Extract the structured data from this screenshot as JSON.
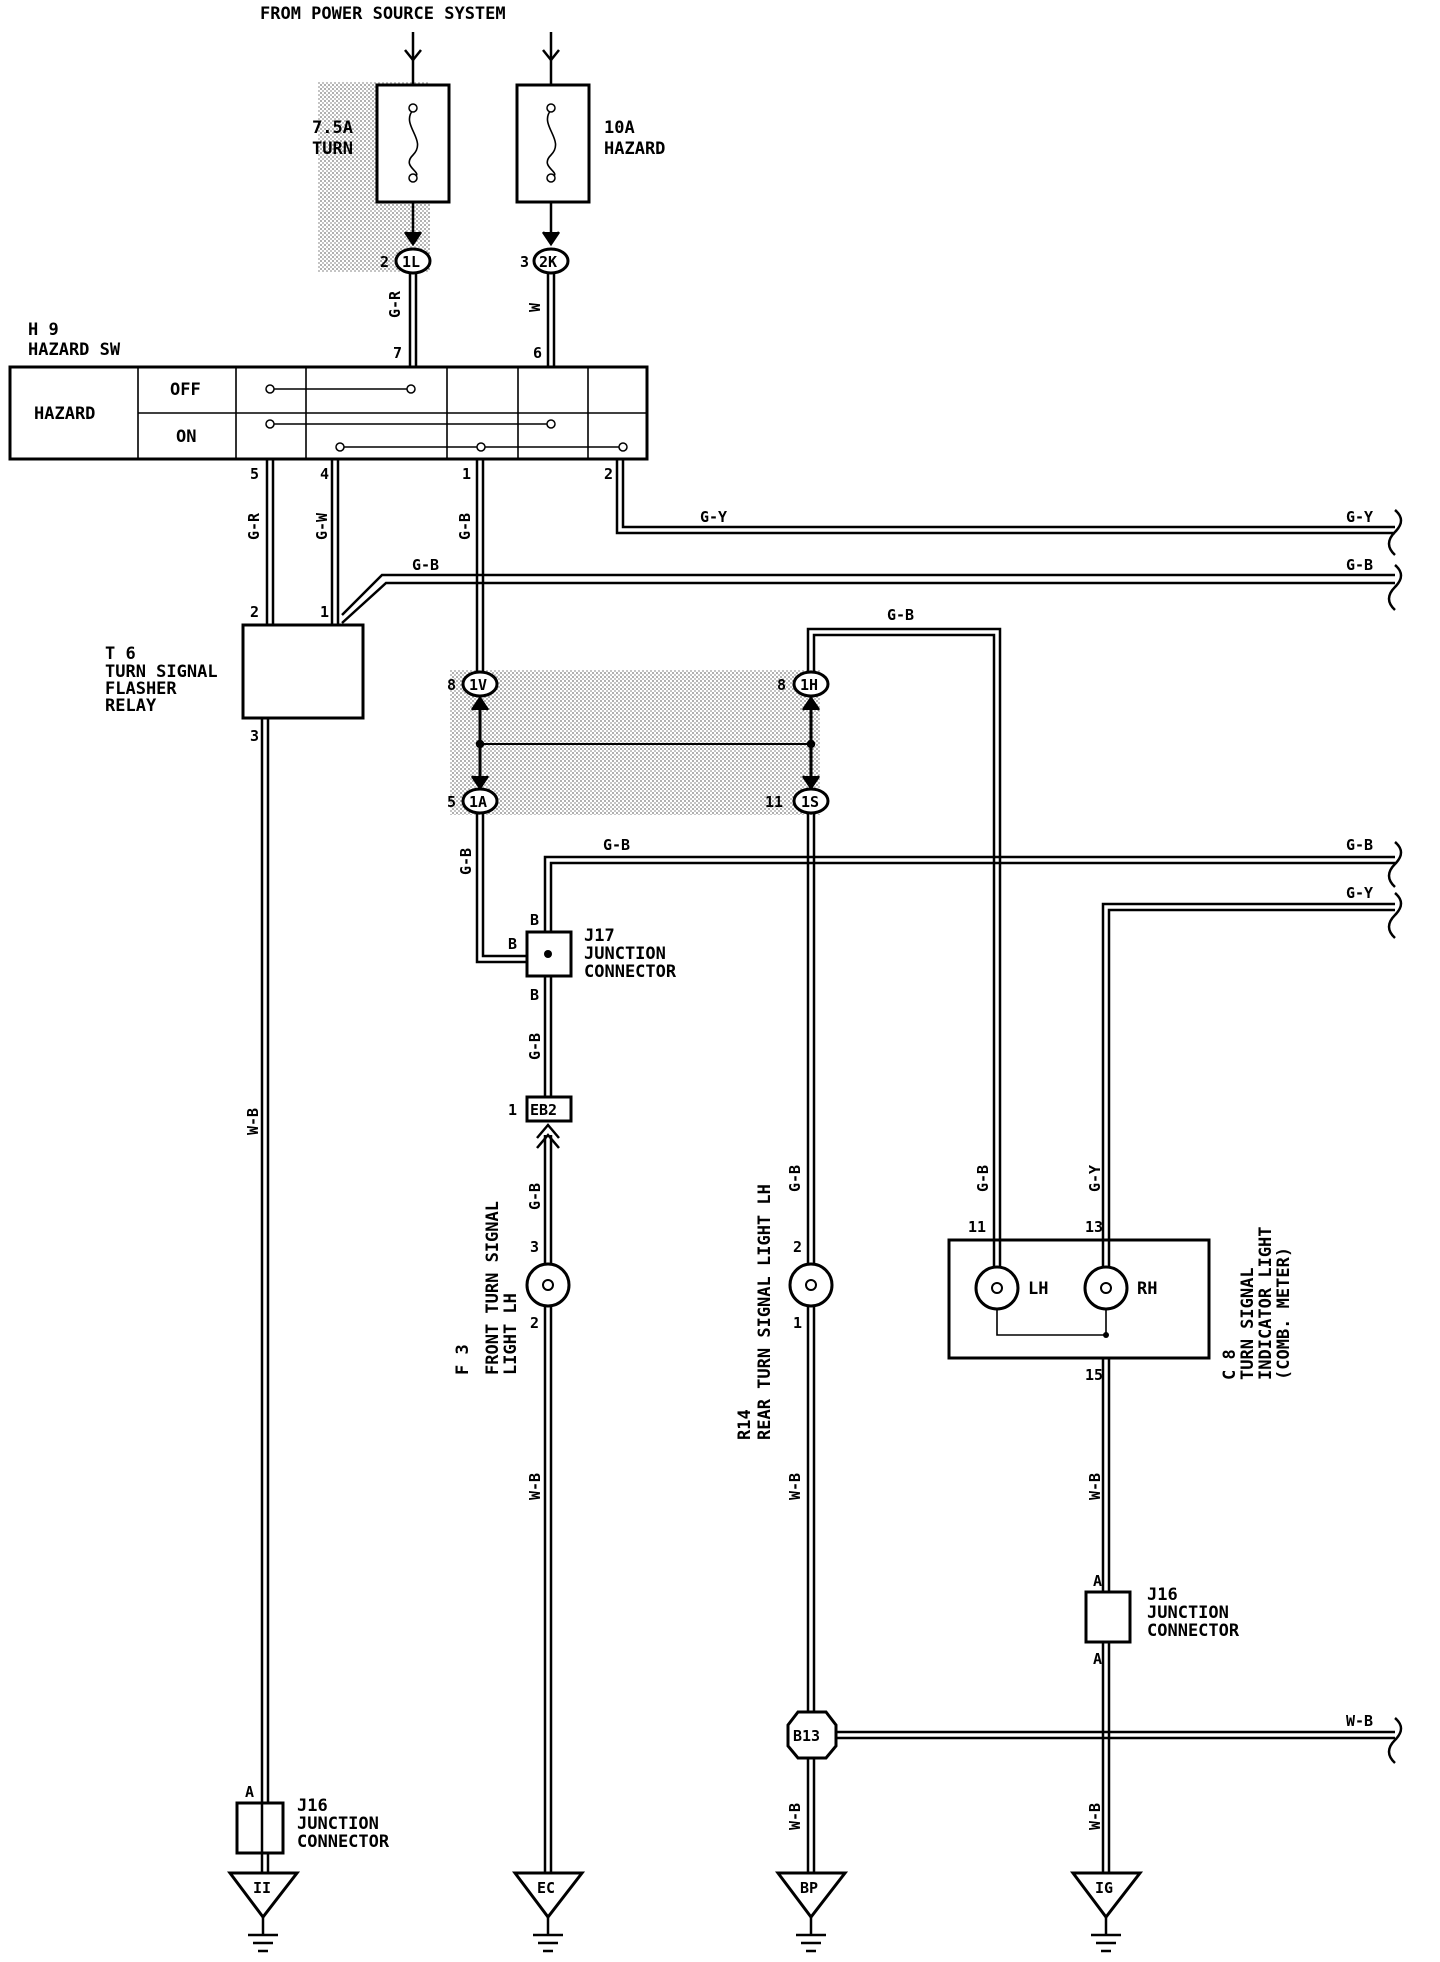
{
  "title": "FROM POWER SOURCE SYSTEM",
  "fuses": [
    {
      "amp": "7.5A",
      "name": "TURN",
      "pin": "2",
      "connector": "1L"
    },
    {
      "amp": "10A",
      "name": "HAZARD",
      "pin": "3",
      "connector": "2K"
    }
  ],
  "hazard_switch": {
    "id": "H 9",
    "name": "HAZARD SW",
    "label": "HAZARD",
    "positions": [
      "OFF",
      "ON"
    ],
    "pins_top": [
      "7",
      "6"
    ],
    "pins_bottom": [
      "5",
      "4",
      "1",
      "2"
    ]
  },
  "flasher_relay": {
    "id": "T 6",
    "name_lines": [
      "TURN SIGNAL",
      "FLASHER",
      "RELAY"
    ],
    "pins": [
      "2",
      "1",
      "3"
    ]
  },
  "connectors": [
    {
      "pin": "8",
      "id": "1V"
    },
    {
      "pin": "8",
      "id": "1H"
    },
    {
      "pin": "5",
      "id": "1A"
    },
    {
      "pin": "11",
      "id": "1S"
    },
    {
      "pin": "1",
      "id": "EB2"
    },
    {
      "id": "B13"
    }
  ],
  "junctions": [
    {
      "id": "J17",
      "lines": [
        "JUNCTION",
        "CONNECTOR"
      ],
      "pin": "B"
    },
    {
      "id": "J16",
      "lines": [
        "JUNCTION",
        "CONNECTOR"
      ],
      "pin": "A"
    },
    {
      "id": "J16",
      "lines": [
        "JUNCTION",
        "CONNECTOR"
      ],
      "pin": "A"
    }
  ],
  "components": [
    {
      "id": "F 3",
      "name_lines": [
        "FRONT TURN SIGNAL",
        "LIGHT LH"
      ],
      "pins": [
        "3",
        "2"
      ]
    },
    {
      "id": "R14",
      "name_lines": [
        "REAR TURN SIGNAL LIGHT LH"
      ],
      "pins": [
        "2",
        "1"
      ]
    },
    {
      "id": "C 8",
      "name_lines": [
        "TURN SIGNAL",
        "INDICATOR LIGHT",
        "(COMB. METER)"
      ],
      "pins": [
        "11",
        "13",
        "15"
      ],
      "lamps": [
        "LH",
        "RH"
      ]
    }
  ],
  "wire_colors": [
    "G-R",
    "W",
    "G-W",
    "G-B",
    "G-Y",
    "W-B"
  ],
  "grounds": [
    "II",
    "EC",
    "BP",
    "IG"
  ]
}
